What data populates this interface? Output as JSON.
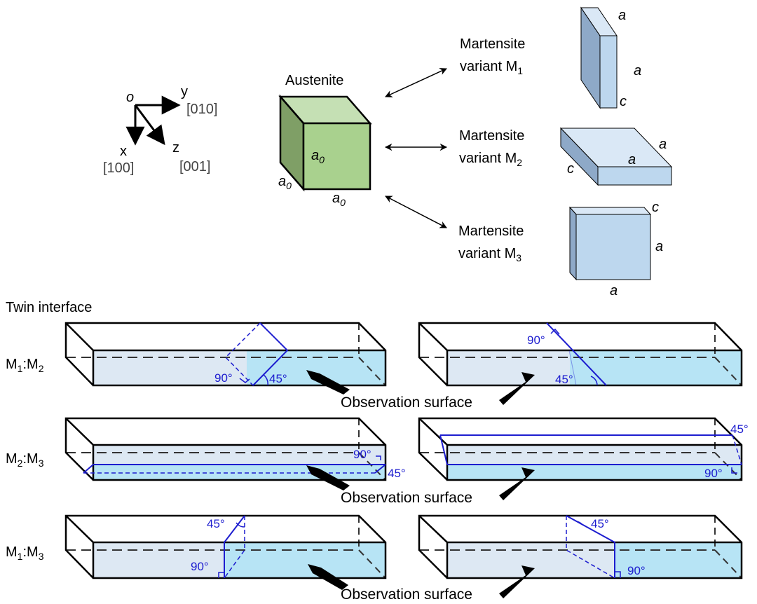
{
  "axes": {
    "origin": "o",
    "y_label": "y",
    "y_dir": "[010]",
    "x_label": "x",
    "x_dir": "[100]",
    "z_label": "z",
    "z_dir": "[001]"
  },
  "austenite": {
    "title": "Austenite",
    "edge_label": "a",
    "edge_sub": "0"
  },
  "martensite": {
    "line1": "Martensite",
    "line2": "variant M",
    "variants": [
      {
        "sub": "1",
        "labels": [
          "a",
          "a",
          "c"
        ]
      },
      {
        "sub": "2",
        "labels": [
          "a",
          "a",
          "c"
        ]
      },
      {
        "sub": "3",
        "labels": [
          "c",
          "a",
          "a"
        ]
      }
    ]
  },
  "twin": {
    "heading": "Twin interface",
    "rows": [
      {
        "label_a": "M",
        "sub_a": "1",
        "label_b": "M",
        "sub_b": "2"
      },
      {
        "label_a": "M",
        "sub_a": "2",
        "label_b": "M",
        "sub_b": "3"
      },
      {
        "label_a": "M",
        "sub_a": "1",
        "label_b": "M",
        "sub_b": "3"
      }
    ],
    "observation": "Observation surface",
    "angle_45": "45°",
    "angle_90": "90°"
  },
  "colors": {
    "austenite_front": "#a9d18e",
    "austenite_top": "#c5e0b4",
    "austenite_side": "#7f9f66",
    "martensite_front": "#bdd7ee",
    "martensite_top": "#dae8f6",
    "martensite_side": "#8ea9c8",
    "plate_light": "#dde8f3",
    "plate_cyan": "#b7e4f5",
    "interface": "#1d1dcf"
  }
}
